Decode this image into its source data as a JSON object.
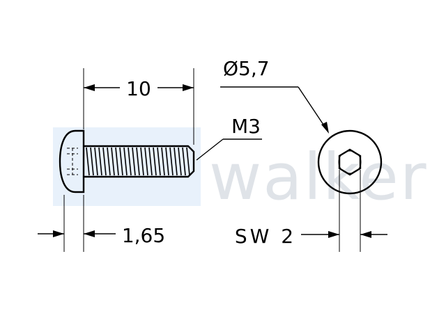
{
  "watermark": {
    "text": "walker",
    "box_color": "#e8f1fb",
    "text_color": "#dfe3e8"
  },
  "dimensions": {
    "length": "10",
    "head_height": "1,65",
    "thread": "M3",
    "head_diameter": "Ø5,7",
    "socket_size": "SW 2"
  },
  "colors": {
    "line": "#000000",
    "background": "#ffffff"
  }
}
